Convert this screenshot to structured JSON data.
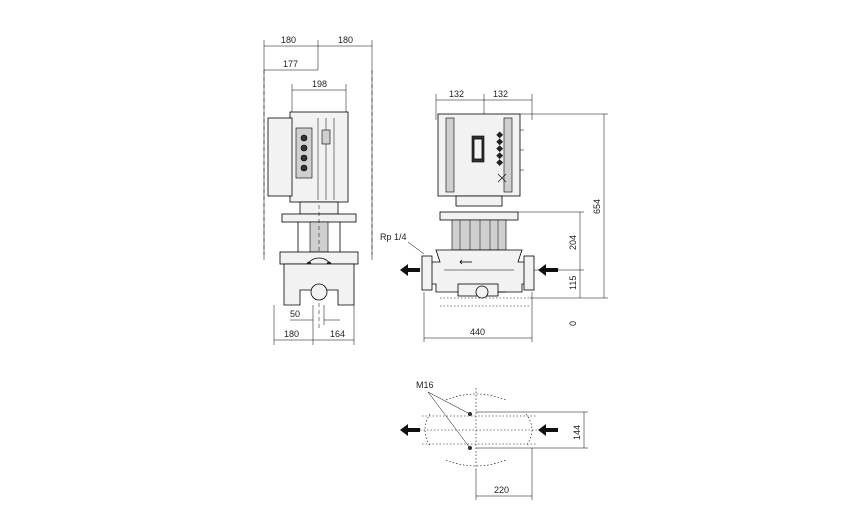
{
  "dimensions": {
    "side_top_left": "180",
    "side_top_right": "180",
    "side_offset": "177",
    "side_motor_width": "198",
    "side_bottom_small": "50",
    "side_bottom_left": "180",
    "side_bottom_right": "164",
    "front_top_left": "132",
    "front_top_right": "132",
    "front_total_height": "654",
    "front_mid_height": "204",
    "front_low_height": "115",
    "front_zero": "0",
    "front_width": "440",
    "thread_label": "Rp 1/4",
    "bolt_label": "M16",
    "bottom_height": "144",
    "bottom_width": "220"
  },
  "colors": {
    "line": "#000000",
    "body_fill": "#f2f2f2",
    "dark_fill": "#333333"
  }
}
